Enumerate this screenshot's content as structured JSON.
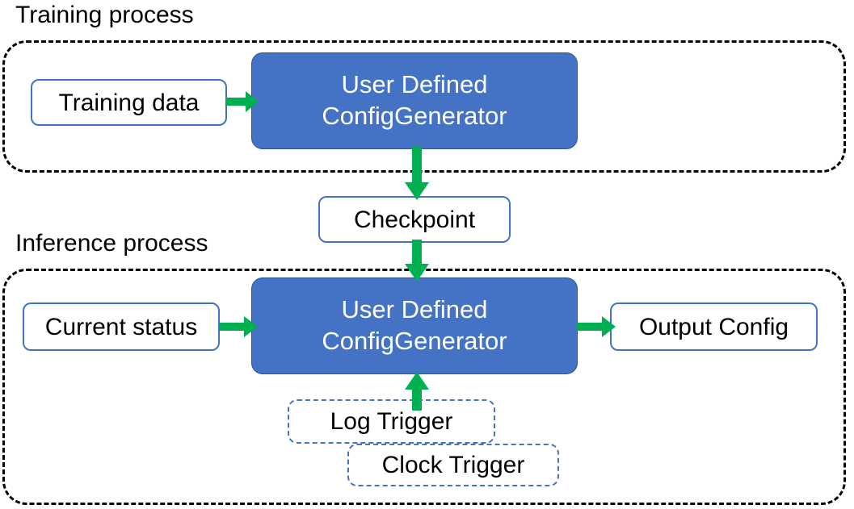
{
  "diagram": {
    "title_training": "Training process",
    "title_inference": "Inference process",
    "colors": {
      "accent_blue": "#4472C4",
      "arrow_green": "#00B050",
      "container_border": "#000000",
      "box_text_dark": "#000000",
      "box_text_light": "#FFFFFF"
    },
    "training": {
      "caption": "Training process",
      "input_box": "Training data",
      "process_box_line1": "User Defined",
      "process_box_line2": "ConfigGenerator"
    },
    "bridge": {
      "checkpoint_box": "Checkpoint"
    },
    "inference": {
      "caption": "Inference process",
      "input_box": "Current status",
      "process_box_line1": "User Defined",
      "process_box_line2": "ConfigGenerator",
      "output_box": "Output Config",
      "trigger_back": "Log Trigger",
      "trigger_front": "Clock Trigger"
    },
    "arrows": [
      {
        "name": "training-data-to-generator",
        "from": "Training data",
        "to": "User Defined ConfigGenerator",
        "direction": "right"
      },
      {
        "name": "generator-to-checkpoint",
        "from": "User Defined ConfigGenerator",
        "to": "Checkpoint",
        "direction": "down"
      },
      {
        "name": "checkpoint-to-generator",
        "from": "Checkpoint",
        "to": "User Defined ConfigGenerator",
        "direction": "down"
      },
      {
        "name": "current-status-to-generator",
        "from": "Current status",
        "to": "User Defined ConfigGenerator",
        "direction": "right"
      },
      {
        "name": "generator-to-output-config",
        "from": "User Defined ConfigGenerator",
        "to": "Output Config",
        "direction": "right"
      },
      {
        "name": "triggers-to-generator",
        "from": "Log Trigger / Clock Trigger",
        "to": "User Defined ConfigGenerator",
        "direction": "up"
      }
    ]
  }
}
